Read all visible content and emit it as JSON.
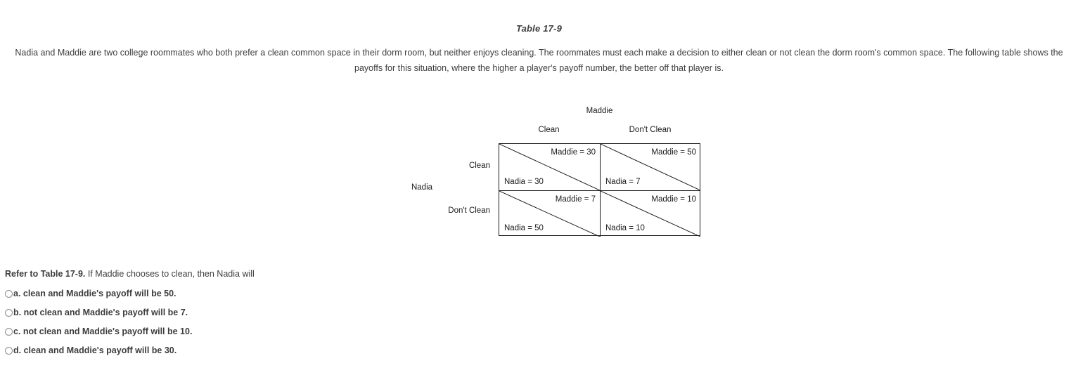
{
  "title": "Table 17-9",
  "intro": "Nadia and Maddie are two college roommates who both prefer a clean common space in their dorm room, but neither enjoys cleaning. The roommates must each make a decision to either clean or not clean the dorm room's common space. The following table shows the payoffs for this situation, where the higher a player's payoff number, the better off that player is.",
  "matrix": {
    "column_player": "Maddie",
    "row_player": "Nadia",
    "columns": [
      "Clean",
      "Don't Clean"
    ],
    "rows": [
      "Clean",
      "Don't Clean"
    ],
    "cells": [
      {
        "row": "Clean",
        "column": "Clean",
        "top_payoff": "Maddie = 30",
        "bottom_payoff": "Nadia = 30"
      },
      {
        "row": "Clean",
        "column": "Don't Clean",
        "top_payoff": "Maddie = 50",
        "bottom_payoff": "Nadia = 7"
      },
      {
        "row": "Don't Clean",
        "column": "Clean",
        "top_payoff": "Maddie = 7",
        "bottom_payoff": "Nadia = 50"
      },
      {
        "row": "Don't Clean",
        "column": "Don't Clean",
        "top_payoff": "Maddie = 10",
        "bottom_payoff": "Nadia = 10"
      }
    ]
  },
  "question": {
    "lead": "Refer to Table 17-9.",
    "stem": " If Maddie chooses to clean, then Nadia will",
    "options": [
      {
        "label": "a. clean and Maddie's payoff will be 50."
      },
      {
        "label": "b. not clean and Maddie's payoff will be 7."
      },
      {
        "label": "c. not clean and Maddie's payoff will be 10."
      },
      {
        "label": "d. clean and Maddie's payoff will be 30."
      }
    ]
  },
  "colors": {
    "body_text": "#3d3d3d",
    "matrix_text": "#1a1a1a",
    "line": "#1a1a1a",
    "background": "#ffffff"
  }
}
